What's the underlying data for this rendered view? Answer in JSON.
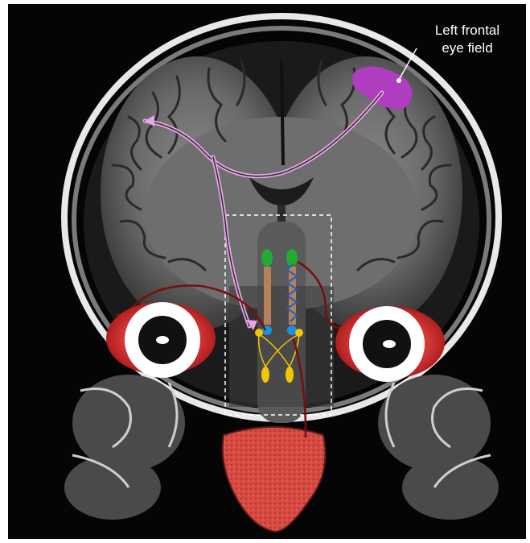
{
  "annotation": {
    "line1": "Left frontal",
    "line2": "eye field"
  },
  "colors": {
    "background": "#050505",
    "frontal_eye_field": "#b03cc0",
    "pathway": "#e8a6e8",
    "nerve_red": "#7a0d0d",
    "nucleus_green": "#22aa33",
    "nucleus_blue": "#1e90e0",
    "nucleus_yellow": "#f0c800",
    "tongue": "#e0504a",
    "eye_red": "#d83232"
  },
  "icons": [
    "brain-mri-image",
    "left-eye-icon",
    "right-eye-icon",
    "tongue-icon"
  ]
}
